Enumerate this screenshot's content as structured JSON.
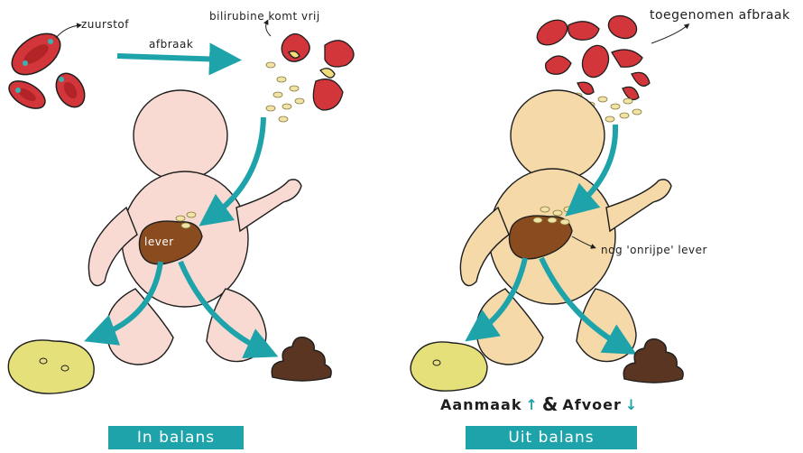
{
  "left_panel": {
    "label_oxygen": "zuurstof",
    "label_breakdown": "afbraak",
    "label_bilirubin": "bilirubine komt vrij",
    "label_liver": "lever",
    "caption": "In balans"
  },
  "right_panel": {
    "label_increased": "toegenomen afbraak",
    "label_immature_liver": "nog 'onrijpe' lever",
    "production_label": "Aanmaak",
    "ampersand": "&",
    "excretion_label": "Afvoer",
    "caption": "Uit balans"
  },
  "colors": {
    "teal": "#1ea3aa",
    "cell_red": "#d2363a",
    "liver_brown": "#8a4b1f",
    "baby_pink": "#f8dad2",
    "baby_beige": "#f5d9a8",
    "urine_yellow": "#e6e07a",
    "stool_brown": "#5a3522",
    "bilirubin_yellow": "#efe3a8"
  },
  "icons": [
    "up-arrow-icon",
    "down-arrow-icon"
  ]
}
